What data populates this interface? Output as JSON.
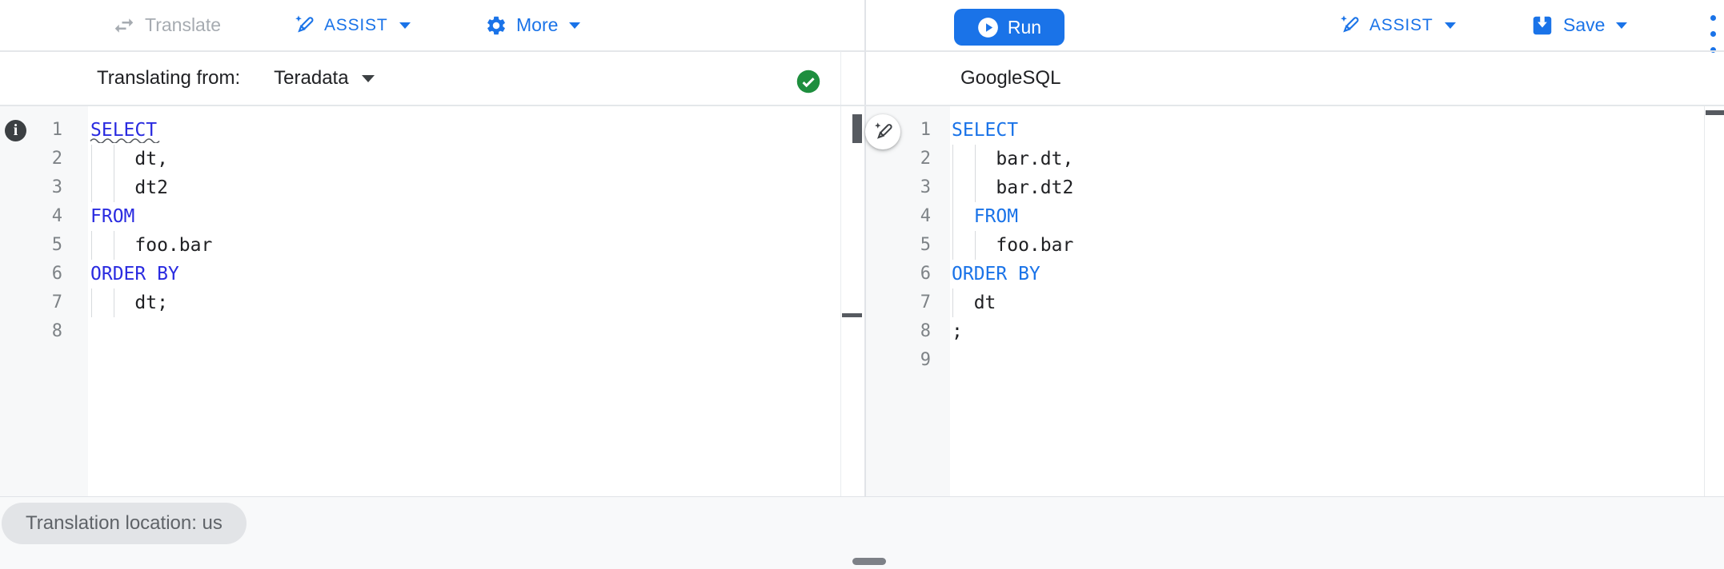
{
  "toolbar_left": {
    "translate": {
      "label": "Translate",
      "icon": "swap-horizontal-icon",
      "state": "disabled"
    },
    "assist": {
      "label": "ASSIST",
      "icon": "magic-pen-icon",
      "has_dropdown": true
    },
    "more": {
      "label": "More",
      "icon": "gear-icon",
      "has_dropdown": true
    }
  },
  "toolbar_right": {
    "run": {
      "label": "Run",
      "icon": "play-circle-icon"
    },
    "assist": {
      "label": "ASSIST",
      "icon": "magic-pen-icon",
      "has_dropdown": true
    },
    "save": {
      "label": "Save",
      "icon": "save-icon",
      "has_dropdown": true
    },
    "overflow_menu": {
      "icon": "three-dot-vertical-icon"
    }
  },
  "source_panel": {
    "header_label": "Translating from:",
    "dialect": "Teradata",
    "status_icon": "green-check-icon",
    "gutter_icon": "info-icon",
    "lines": [
      {
        "n": "1",
        "text": "SELECT",
        "kind": "keyword",
        "squiggle": true,
        "guides": []
      },
      {
        "n": "2",
        "text": "    dt,",
        "kind": "ident",
        "guides": [
          0,
          2
        ]
      },
      {
        "n": "3",
        "text": "    dt2",
        "kind": "ident",
        "guides": [
          0,
          2
        ]
      },
      {
        "n": "4",
        "text": "FROM",
        "kind": "keyword",
        "guides": []
      },
      {
        "n": "5",
        "text": "    foo.bar",
        "kind": "ident",
        "guides": [
          0,
          2
        ]
      },
      {
        "n": "6",
        "text": "ORDER BY",
        "kind": "keyword",
        "guides": []
      },
      {
        "n": "7",
        "text": "    dt;",
        "kind": "ident",
        "guides": [
          0,
          2
        ]
      },
      {
        "n": "8",
        "text": "",
        "kind": "ident",
        "guides": []
      }
    ]
  },
  "target_panel": {
    "header_label": "GoogleSQL",
    "lines": [
      {
        "n": "1",
        "text": "SELECT",
        "kind": "keyword",
        "guides": []
      },
      {
        "n": "2",
        "text": "    bar.dt,",
        "kind": "ident",
        "guides": [
          0,
          2
        ]
      },
      {
        "n": "3",
        "text": "    bar.dt2",
        "kind": "ident",
        "guides": [
          0,
          2
        ]
      },
      {
        "n": "4",
        "text": "  FROM",
        "kind": "keyword",
        "guides": [
          0
        ]
      },
      {
        "n": "5",
        "text": "    foo.bar",
        "kind": "ident",
        "guides": [
          0,
          2
        ]
      },
      {
        "n": "6",
        "text": "ORDER BY",
        "kind": "keyword",
        "guides": []
      },
      {
        "n": "7",
        "text": "  dt",
        "kind": "ident",
        "guides": [
          0
        ]
      },
      {
        "n": "8",
        "text": ";",
        "kind": "ident",
        "guides": []
      },
      {
        "n": "9",
        "text": "",
        "kind": "ident",
        "guides": []
      }
    ]
  },
  "footer": {
    "location_chip": "Translation location: us"
  },
  "colors": {
    "accent_blue": "#1a73e8",
    "keyword_blue_source": "#2a2be0",
    "keyword_blue_target": "#1a73e8",
    "status_green": "#1e8e3e",
    "disabled_gray": "#a6abb1"
  }
}
